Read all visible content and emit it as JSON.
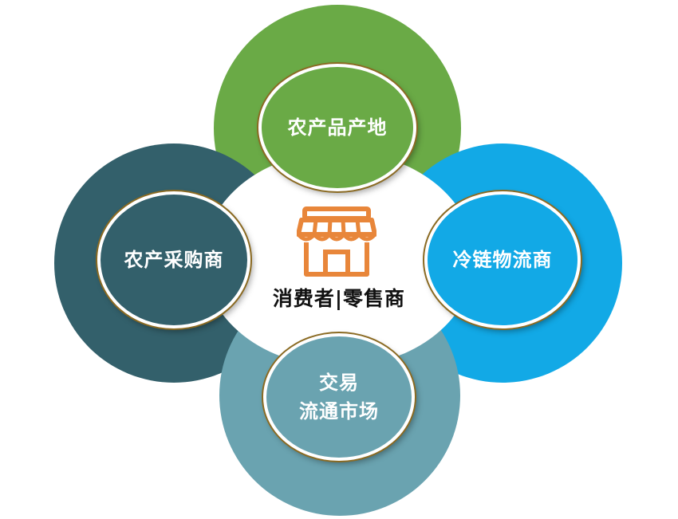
{
  "diagram": {
    "center": {
      "label": "消费者|零售商",
      "icon": "storefront-icon",
      "icon_color": "#e8863a"
    },
    "nodes": [
      {
        "id": "top",
        "label": "农产品产地",
        "ring_color": "#6aaa46",
        "node_color": "#6aaa46"
      },
      {
        "id": "left",
        "label": "农产采购商",
        "ring_color": "#33606b",
        "node_color": "#33606b"
      },
      {
        "id": "right",
        "label": "冷链物流商",
        "ring_color": "#12a9e6",
        "node_color": "#12a9e6"
      },
      {
        "id": "bottom",
        "label_line1": "交易",
        "label_line2": "流通市场",
        "ring_color": "#6aa3b0",
        "node_color": "#6aa3b0"
      }
    ]
  }
}
